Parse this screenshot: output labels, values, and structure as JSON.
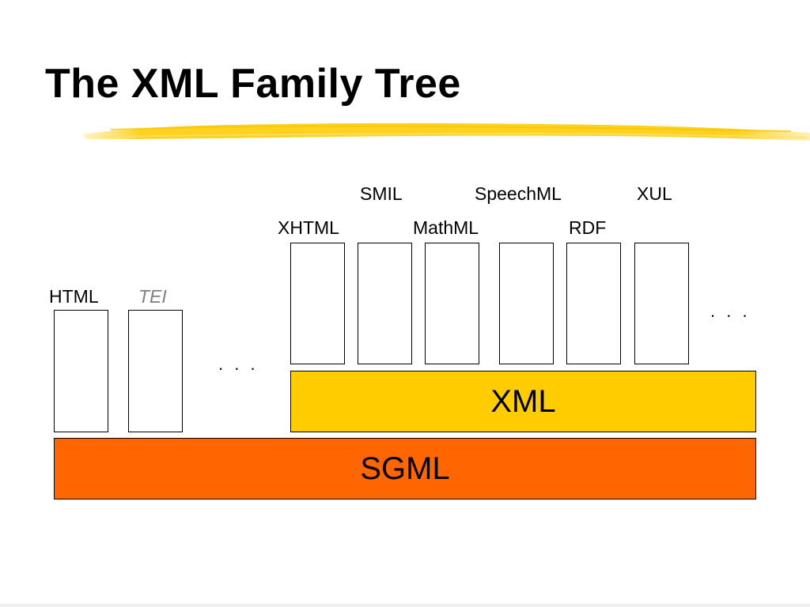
{
  "slide": {
    "title": "The XML Family Tree"
  },
  "colors": {
    "xml_layer": "#FFCC00",
    "sgml_layer": "#FF6600",
    "highlight_stroke": "#FFD21F",
    "tei_text": "#808080"
  },
  "sgml_apps": {
    "labels": [
      "HTML",
      "TEI"
    ],
    "ellipsis": ". . ."
  },
  "xml_apps": {
    "upper_labels": [
      "SMIL",
      "SpeechML",
      "XUL"
    ],
    "lower_labels": [
      "XHTML",
      "MathML",
      "RDF"
    ],
    "ellipsis": ". . ."
  },
  "layers": {
    "xml": "XML",
    "sgml": "SGML"
  }
}
